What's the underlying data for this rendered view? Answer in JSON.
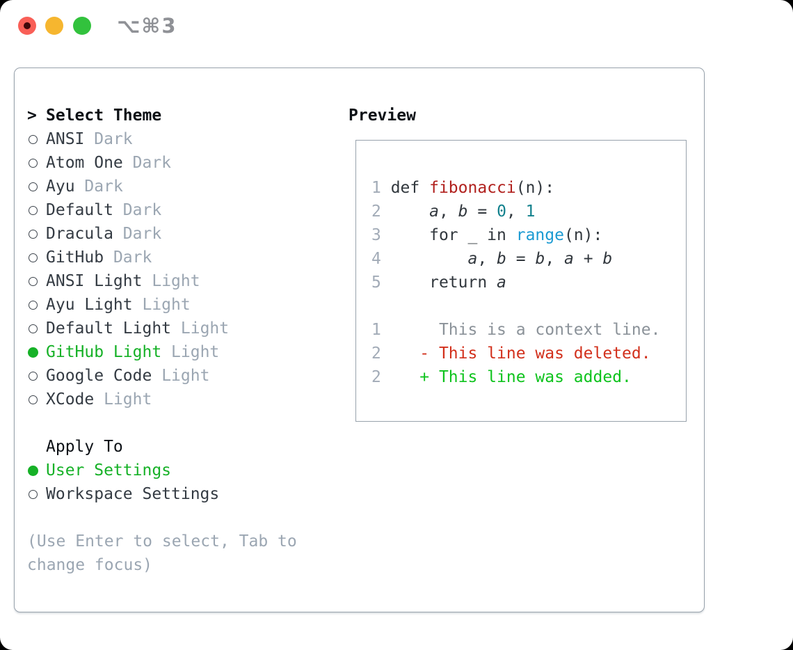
{
  "titlebar": {
    "shortcut": "⌥⌘3"
  },
  "colors": {
    "tl-red": "#f95f57",
    "tl-yellow": "#f6b62f",
    "tl-green": "#32c23d",
    "text-dark": "#343b43",
    "tag-gray": "#9ba6b2",
    "lineno-gray": "#a2abb7",
    "green-sel": "#16b127",
    "add-green": "#0ec31d",
    "del-red": "#d2301c",
    "func-red": "#b1211e",
    "num-teal": "#12818d",
    "builtin-blue": "#1b9ad2",
    "code-plain": "#31373d",
    "ctx-gray": "#8b9299",
    "border-gray": "#98a2ac"
  },
  "theme_list": {
    "header_prefix": ">",
    "header": "Select Theme",
    "items": [
      {
        "name": "ANSI",
        "tag": "Dark",
        "selected": false
      },
      {
        "name": "Atom One",
        "tag": "Dark",
        "selected": false
      },
      {
        "name": "Ayu",
        "tag": "Dark",
        "selected": false
      },
      {
        "name": "Default",
        "tag": "Dark",
        "selected": false
      },
      {
        "name": "Dracula",
        "tag": "Dark",
        "selected": false
      },
      {
        "name": "GitHub",
        "tag": "Dark",
        "selected": false
      },
      {
        "name": "ANSI Light",
        "tag": "Light",
        "selected": false
      },
      {
        "name": "Ayu Light",
        "tag": "Light",
        "selected": false
      },
      {
        "name": "Default Light",
        "tag": "Light",
        "selected": false
      },
      {
        "name": "GitHub Light",
        "tag": "Light",
        "selected": true
      },
      {
        "name": "Google Code",
        "tag": "Light",
        "selected": false
      },
      {
        "name": "XCode",
        "tag": "Light",
        "selected": false
      }
    ]
  },
  "apply_to": {
    "header": "Apply To",
    "items": [
      {
        "name": "User Settings",
        "selected": true
      },
      {
        "name": "Workspace Settings",
        "selected": false
      }
    ]
  },
  "hint": {
    "line1": "(Use Enter to select, Tab to",
    "line2": "change focus)"
  },
  "preview": {
    "header": "Preview",
    "code_lines": [
      [
        {
          "t": "1 ",
          "s": "ln"
        },
        {
          "t": "def ",
          "s": "p"
        },
        {
          "t": "fibonacci",
          "s": "fn"
        },
        {
          "t": "(n):",
          "s": "p"
        }
      ],
      [
        {
          "t": "2 ",
          "s": "ln"
        },
        {
          "t": "    ",
          "s": "p"
        },
        {
          "t": "a",
          "s": "v"
        },
        {
          "t": ", ",
          "s": "p"
        },
        {
          "t": "b",
          "s": "v"
        },
        {
          "t": " = ",
          "s": "p"
        },
        {
          "t": "0",
          "s": "n"
        },
        {
          "t": ", ",
          "s": "p"
        },
        {
          "t": "1",
          "s": "n"
        }
      ],
      [
        {
          "t": "3 ",
          "s": "ln"
        },
        {
          "t": "    for _ in ",
          "s": "p"
        },
        {
          "t": "range",
          "s": "b"
        },
        {
          "t": "(n):",
          "s": "p"
        }
      ],
      [
        {
          "t": "4 ",
          "s": "ln"
        },
        {
          "t": "        ",
          "s": "p"
        },
        {
          "t": "a",
          "s": "v"
        },
        {
          "t": ", ",
          "s": "p"
        },
        {
          "t": "b",
          "s": "v"
        },
        {
          "t": " = ",
          "s": "p"
        },
        {
          "t": "b",
          "s": "v"
        },
        {
          "t": ", ",
          "s": "p"
        },
        {
          "t": "a",
          "s": "v"
        },
        {
          "t": " + ",
          "s": "p"
        },
        {
          "t": "b",
          "s": "v"
        }
      ],
      [
        {
          "t": "5 ",
          "s": "ln"
        },
        {
          "t": "    return ",
          "s": "p"
        },
        {
          "t": "a",
          "s": "v"
        }
      ],
      [],
      [
        {
          "t": "1 ",
          "s": "ln"
        },
        {
          "t": "     This is a context line.",
          "s": "ctx"
        }
      ],
      [
        {
          "t": "2 ",
          "s": "ln"
        },
        {
          "t": "   ",
          "s": "p"
        },
        {
          "t": "- This line was deleted.",
          "s": "del"
        }
      ],
      [
        {
          "t": "2 ",
          "s": "ln"
        },
        {
          "t": "   ",
          "s": "p"
        },
        {
          "t": "+ This line was added.",
          "s": "add"
        }
      ]
    ]
  }
}
